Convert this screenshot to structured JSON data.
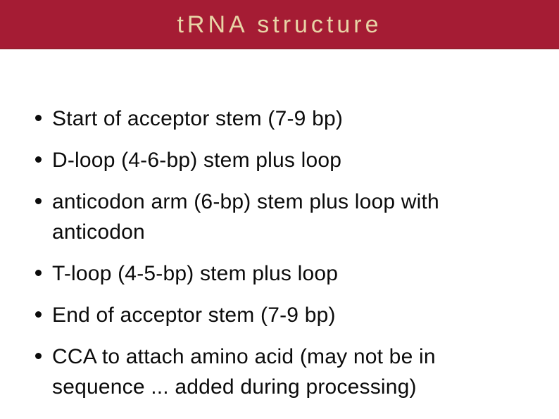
{
  "slide": {
    "title": "tRNA structure",
    "bullets": [
      {
        "lines": [
          "Start of acceptor stem (7-9 bp)"
        ]
      },
      {
        "lines": [
          "D-loop (4-6-bp) stem plus loop"
        ]
      },
      {
        "lines": [
          "anticodon arm (6-bp) stem plus loop with",
          "anticodon"
        ]
      },
      {
        "lines": [
          "T-loop (4-5-bp) stem plus loop"
        ]
      },
      {
        "lines": [
          "End of acceptor stem (7-9 bp)"
        ]
      },
      {
        "lines": [
          "CCA to attach amino acid (may not be in",
          "sequence ... added during processing)"
        ]
      }
    ],
    "colors": {
      "header_bg": "#a51c34",
      "header_edge": "#97202f",
      "header_text": "#e8d4a6",
      "body_bg": "#ffffff",
      "body_text": "#0b0b0b",
      "bullet_dot": "#0b0b0b"
    }
  }
}
